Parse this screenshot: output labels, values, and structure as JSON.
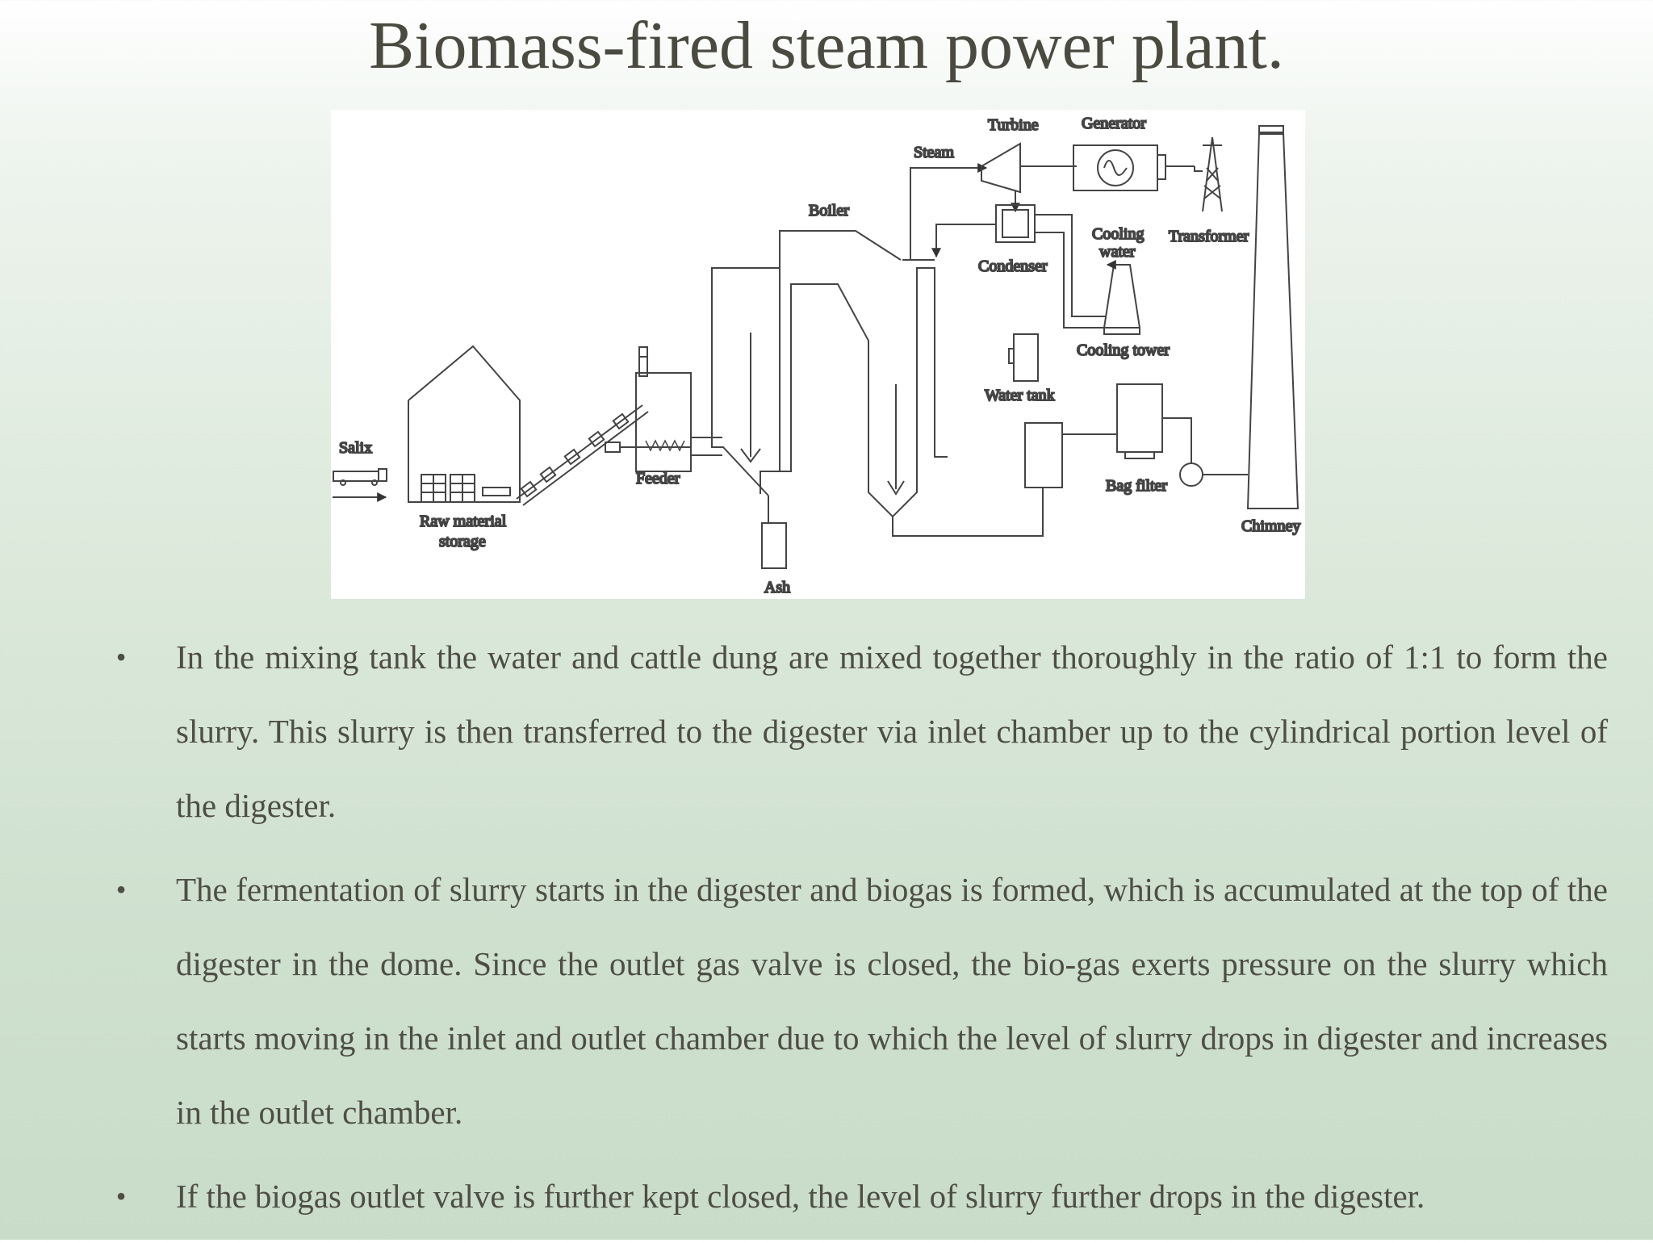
{
  "slide": {
    "title": "Biomass-fired steam power plant."
  },
  "diagram": {
    "labels": {
      "turbine": "Turbine",
      "generator": "Generator",
      "steam": "Steam",
      "boiler": "Boiler",
      "cooling_water": [
        "Cooling",
        "water"
      ],
      "transformer": "Transformer",
      "condenser": "Condenser",
      "cooling_tower": "Cooling tower",
      "water_tank": "Water tank",
      "salix": "Salix",
      "feeder": "Feeder",
      "bag_filter": "Bag filter",
      "chimney": "Chimney",
      "raw_material_storage": [
        "Raw material",
        "storage"
      ],
      "ash": "Ash"
    },
    "colors": {
      "steam": "#c8322e",
      "cooling_water": "#1e9a78",
      "line": "#444444"
    }
  },
  "bullets": [
    {
      "text": "In the mixing tank the water and cattle dung are mixed together thoroughly in the ratio of 1:1 to form the slurry. This slurry is then transferred to the digester via inlet chamber up to the cylindrical portion level of the digester."
    },
    {
      "text": "The fermentation of slurry starts in the digester and biogas is formed, which is accumulated at the top of the digester in the dome. Since the outlet gas valve is closed, the bio-gas exerts pressure on the slurry which starts moving in the inlet and outlet chamber due to which the level of slurry drops in digester and increases in the outlet chamber."
    },
    {
      "text": "If the biogas outlet valve is further kept closed, the level of slurry further drops in the digester."
    }
  ],
  "bullet_symbol": "•"
}
